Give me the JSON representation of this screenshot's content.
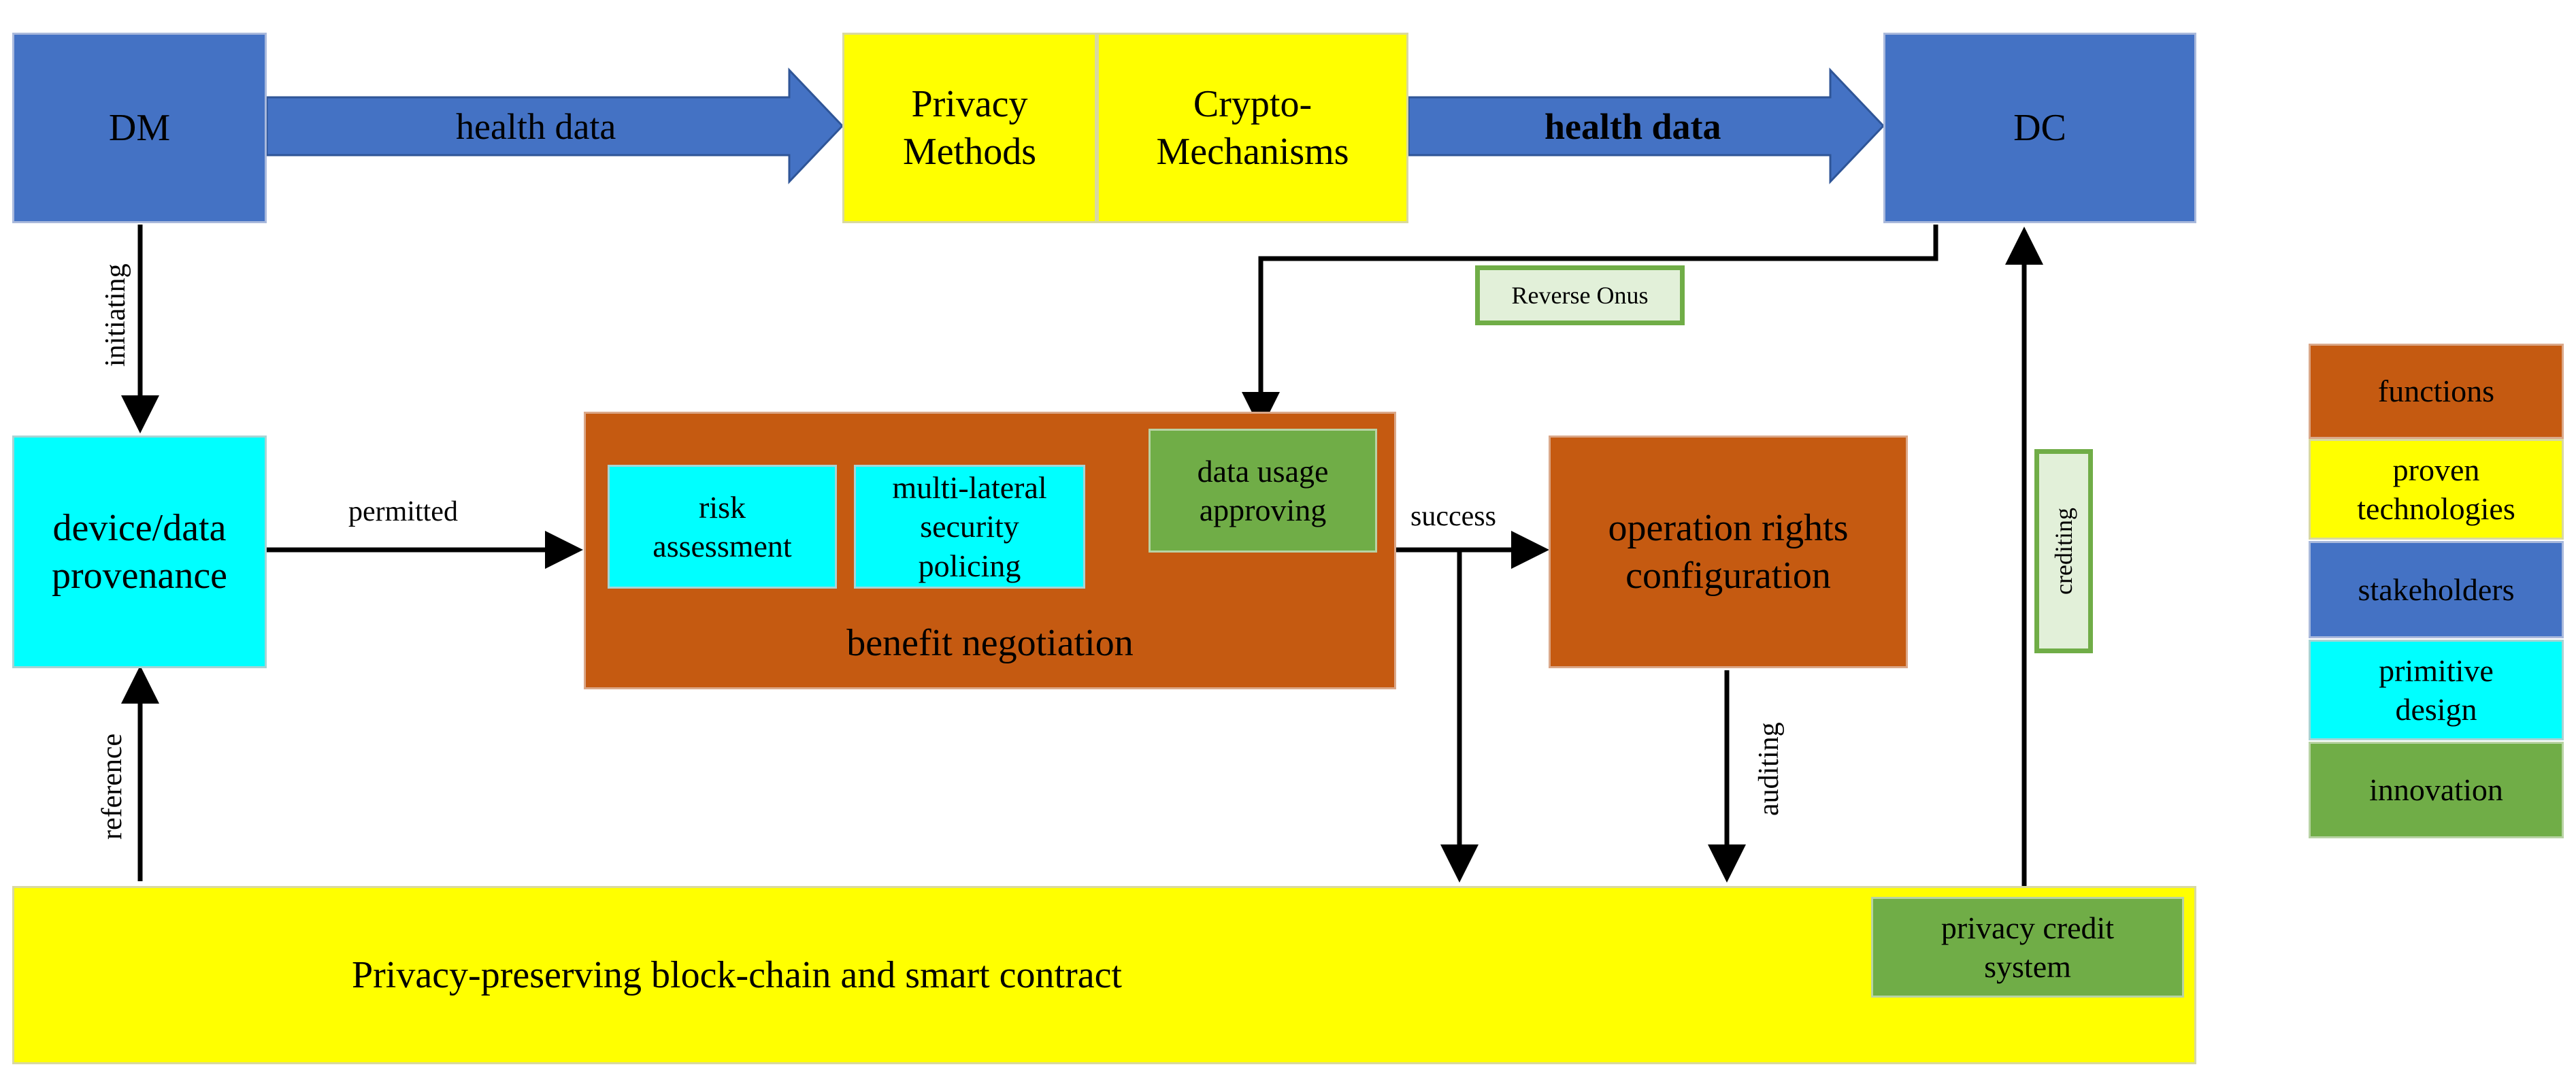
{
  "nodes": {
    "dm": "DM",
    "dc": "DC",
    "privacy_methods": "Privacy Methods",
    "crypto_mechanisms": "Crypto-Mechanisms",
    "device_provenance": "device/data provenance",
    "risk_assessment": "risk assessment",
    "multilateral": "multi-lateral security policing",
    "data_usage": "data usage approving",
    "benefit_negotiation": "benefit negotiation",
    "operation_rights": "operation rights configuration",
    "blockchain": "Privacy-preserving block-chain and smart contract",
    "privacy_credit": "privacy credit system"
  },
  "arrows": {
    "health_data_left": "health data",
    "health_data_right": "health data",
    "initiating": "initiating",
    "permitted": "permitted",
    "reference": "reference",
    "success": "success",
    "auditing": "auditing",
    "reverse_onus": "Reverse Onus",
    "crediting": "crediting"
  },
  "legend": [
    {
      "label": "functions",
      "color": "#c55a11"
    },
    {
      "label": "proven technologies",
      "color": "#ffff00"
    },
    {
      "label": "stakeholders",
      "color": "#4472c4"
    },
    {
      "label": "primitive design",
      "color": "#00ffff"
    },
    {
      "label": "innovation",
      "color": "#70ad47"
    }
  ]
}
